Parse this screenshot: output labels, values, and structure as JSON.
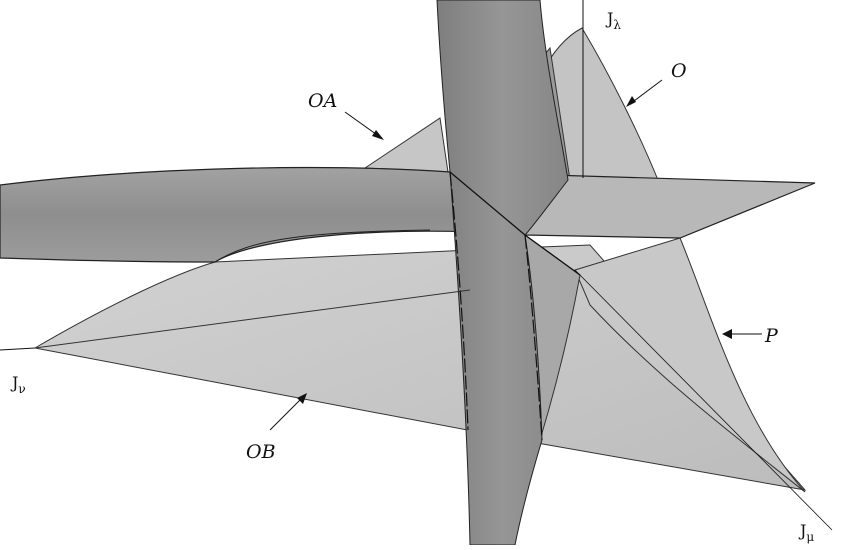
{
  "labels": {
    "OA": "OA",
    "O": "O",
    "P": "P",
    "OB": "OB"
  },
  "axes": {
    "lambda": {
      "main": "J",
      "sub": "λ"
    },
    "nu": {
      "main": "J",
      "sub": "ν"
    },
    "mu": {
      "main": "J",
      "sub": "μ"
    }
  },
  "colors": {
    "background": "#ffffff",
    "light_sheet": "#c9c9c9",
    "mid_sheet": "#b4b4b4",
    "dark_sheet": "#8c8c8c",
    "edge": "#222222"
  }
}
